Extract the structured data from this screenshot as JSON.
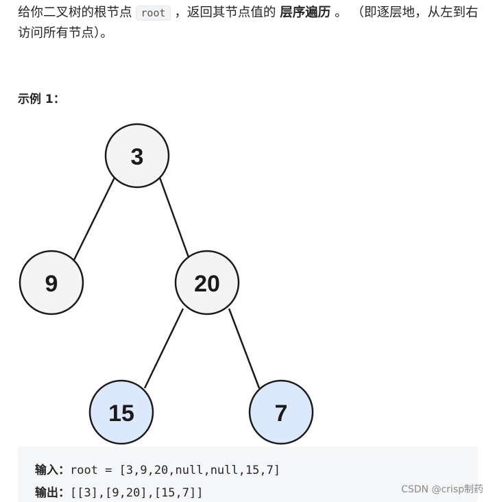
{
  "description": {
    "part1": "给你二叉树的根节点 ",
    "code": "root",
    "part2": " ，返回其节点值的 ",
    "bold": "层序遍历",
    "part3": " 。 （即逐层地，从左到右访问所有节点）。"
  },
  "example": {
    "title": "示例 1："
  },
  "tree": {
    "nodes": [
      {
        "value": "3",
        "highlight": false
      },
      {
        "value": "9",
        "highlight": false
      },
      {
        "value": "20",
        "highlight": false
      },
      {
        "value": "15",
        "highlight": true
      },
      {
        "value": "7",
        "highlight": true
      }
    ],
    "colors": {
      "node_fill": "#f4f4f4",
      "highlight_fill": "#dce8fb",
      "stroke": "#1a1a1a"
    }
  },
  "code_block": {
    "input_label": "输入：",
    "input_value": "root = [3,9,20,null,null,15,7]",
    "output_label": "输出：",
    "output_value": "[[3],[9,20],[15,7]]"
  },
  "watermark": "CSDN @crisp制药"
}
